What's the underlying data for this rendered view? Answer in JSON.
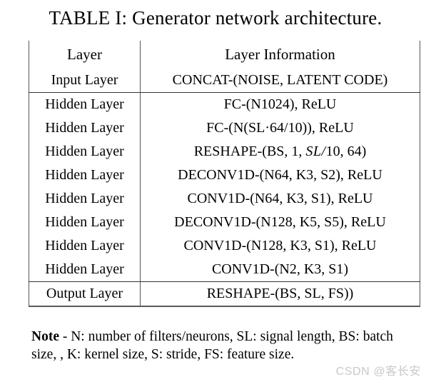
{
  "caption": "TABLE I: Generator network architecture.",
  "table": {
    "headers": {
      "layer": "Layer",
      "information": "Layer Information"
    },
    "rows": [
      {
        "layer": "Input Layer",
        "info_pre": "CONCAT-(NOISE, LATENT CODE)",
        "info_italic": "",
        "info_post": ""
      },
      {
        "layer": "Hidden Layer",
        "info_pre": "FC-(N1024), ReLU",
        "info_italic": "",
        "info_post": ""
      },
      {
        "layer": "Hidden Layer",
        "info_pre": "FC-(N(SL·64/10)), ReLU",
        "info_italic": "",
        "info_post": ""
      },
      {
        "layer": "Hidden Layer",
        "info_pre": "RESHAPE-(BS, 1, ",
        "info_italic": "SL/",
        "info_post": "10, 64)"
      },
      {
        "layer": "Hidden Layer",
        "info_pre": "DECONV1D-(N64, K3, S2), ReLU",
        "info_italic": "",
        "info_post": ""
      },
      {
        "layer": "Hidden Layer",
        "info_pre": "CONV1D-(N64, K3, S1), ReLU",
        "info_italic": "",
        "info_post": ""
      },
      {
        "layer": "Hidden Layer",
        "info_pre": "DECONV1D-(N128, K5, S5), ReLU",
        "info_italic": "",
        "info_post": ""
      },
      {
        "layer": "Hidden Layer",
        "info_pre": "CONV1D-(N128, K3, S1), ReLU",
        "info_italic": "",
        "info_post": ""
      },
      {
        "layer": "Hidden Layer",
        "info_pre": "CONV1D-(N2, K3, S1)",
        "info_italic": "",
        "info_post": ""
      },
      {
        "layer": "Output Layer",
        "info_pre": "RESHAPE-(BS, SL, FS))",
        "info_italic": "",
        "info_post": ""
      }
    ]
  },
  "note": {
    "label": "Note",
    "text": " - N: number of filters/neurons, SL: signal length, BS: batch size, , K: kernel size, S: stride, FS: feature size."
  },
  "watermark": "CSDN @客长安"
}
